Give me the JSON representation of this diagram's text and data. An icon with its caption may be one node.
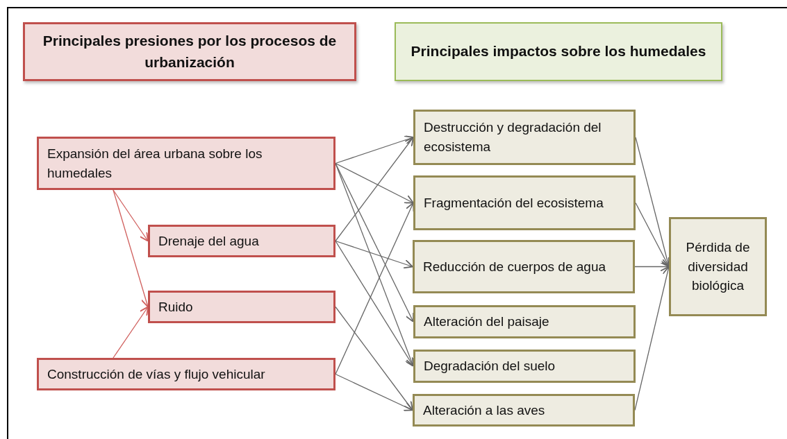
{
  "diagram": {
    "nodes": [
      {
        "text": [
          "Principales presiones por los procesos de urbanización"
        ]
      },
      {
        "text": [
          "Principales impactos sobre los humedales"
        ]
      },
      {
        "text": [
          "Expansión del área urbana sobre los humedales"
        ]
      },
      {
        "text": [
          "Drenaje del agua"
        ]
      },
      {
        "text": [
          "Ruido"
        ]
      },
      {
        "text": [
          "Construcción de vías y flujo vehicular"
        ]
      },
      {
        "text": [
          "Destrucción y degradación del ecosistema"
        ]
      },
      {
        "text": [
          "Fragmentación del ecosistema"
        ]
      },
      {
        "text": [
          "Reducción de cuerpos de agua"
        ]
      },
      {
        "text": [
          "Alteración del paisaje"
        ]
      },
      {
        "text": [
          "Degradación del suelo"
        ]
      },
      {
        "text": [
          "Alteración a las aves"
        ]
      },
      {
        "text": [
          "Pérdida de diversidad biológica"
        ]
      }
    ],
    "edges": [
      {
        "from": 2,
        "to": 3,
        "arrow": "to",
        "color": "#d0605e"
      },
      {
        "from": 2,
        "to": 4,
        "arrow": "to",
        "color": "#d0605e"
      },
      {
        "from": 5,
        "to": 4,
        "arrow": "to",
        "color": "#d0605e"
      },
      {
        "from": 2,
        "to": 6,
        "arrow": "to"
      },
      {
        "from": 2,
        "to": 7,
        "arrow": "to"
      },
      {
        "from": 2,
        "to": 9,
        "arrow": "to"
      },
      {
        "from": 2,
        "to": 10,
        "arrow": "to"
      },
      {
        "from": 3,
        "to": 6,
        "arrow": "to"
      },
      {
        "from": 3,
        "to": 8,
        "arrow": "to"
      },
      {
        "from": 3,
        "to": 10,
        "arrow": "to"
      },
      {
        "from": 4,
        "to": 11,
        "arrow": "to"
      },
      {
        "from": 5,
        "to": 7,
        "arrow": "to"
      },
      {
        "from": 5,
        "to": 11,
        "arrow": "to"
      },
      {
        "from": 6,
        "to": 12,
        "arrow": "to"
      },
      {
        "from": 7,
        "to": 12,
        "arrow": "to"
      },
      {
        "from": 8,
        "to": 12,
        "arrow": "to"
      },
      {
        "from": 11,
        "to": 12,
        "arrow": "to"
      }
    ]
  }
}
